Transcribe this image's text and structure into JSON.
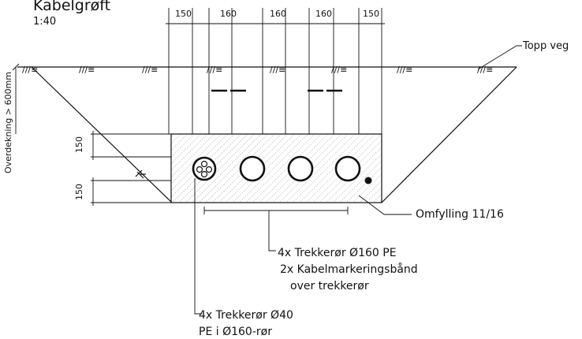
{
  "drawing": {
    "title": "Kabelgrøft",
    "scale": "1:40"
  },
  "dimensions": {
    "top": [
      "150",
      "160",
      "160",
      "160",
      "150"
    ],
    "cover_label": "Overdekning > 600mm",
    "side_upper": "150",
    "side_lower": "150"
  },
  "labels": {
    "road_top": "Topp veg",
    "backfill": "Omfylling 11/16",
    "ducts_line1": "4x Trekkerør Ø160 PE",
    "ducts_line2": "2x Kabelmarkeringsbånd",
    "ducts_line3": "over trekkerør",
    "inner_line1": "4x Trekkerør Ø40",
    "inner_line2": "PE i Ø160-rør"
  },
  "symbols": {
    "ground_hatch": "ground-hatch",
    "earth_symbol": "earth-symbol"
  }
}
